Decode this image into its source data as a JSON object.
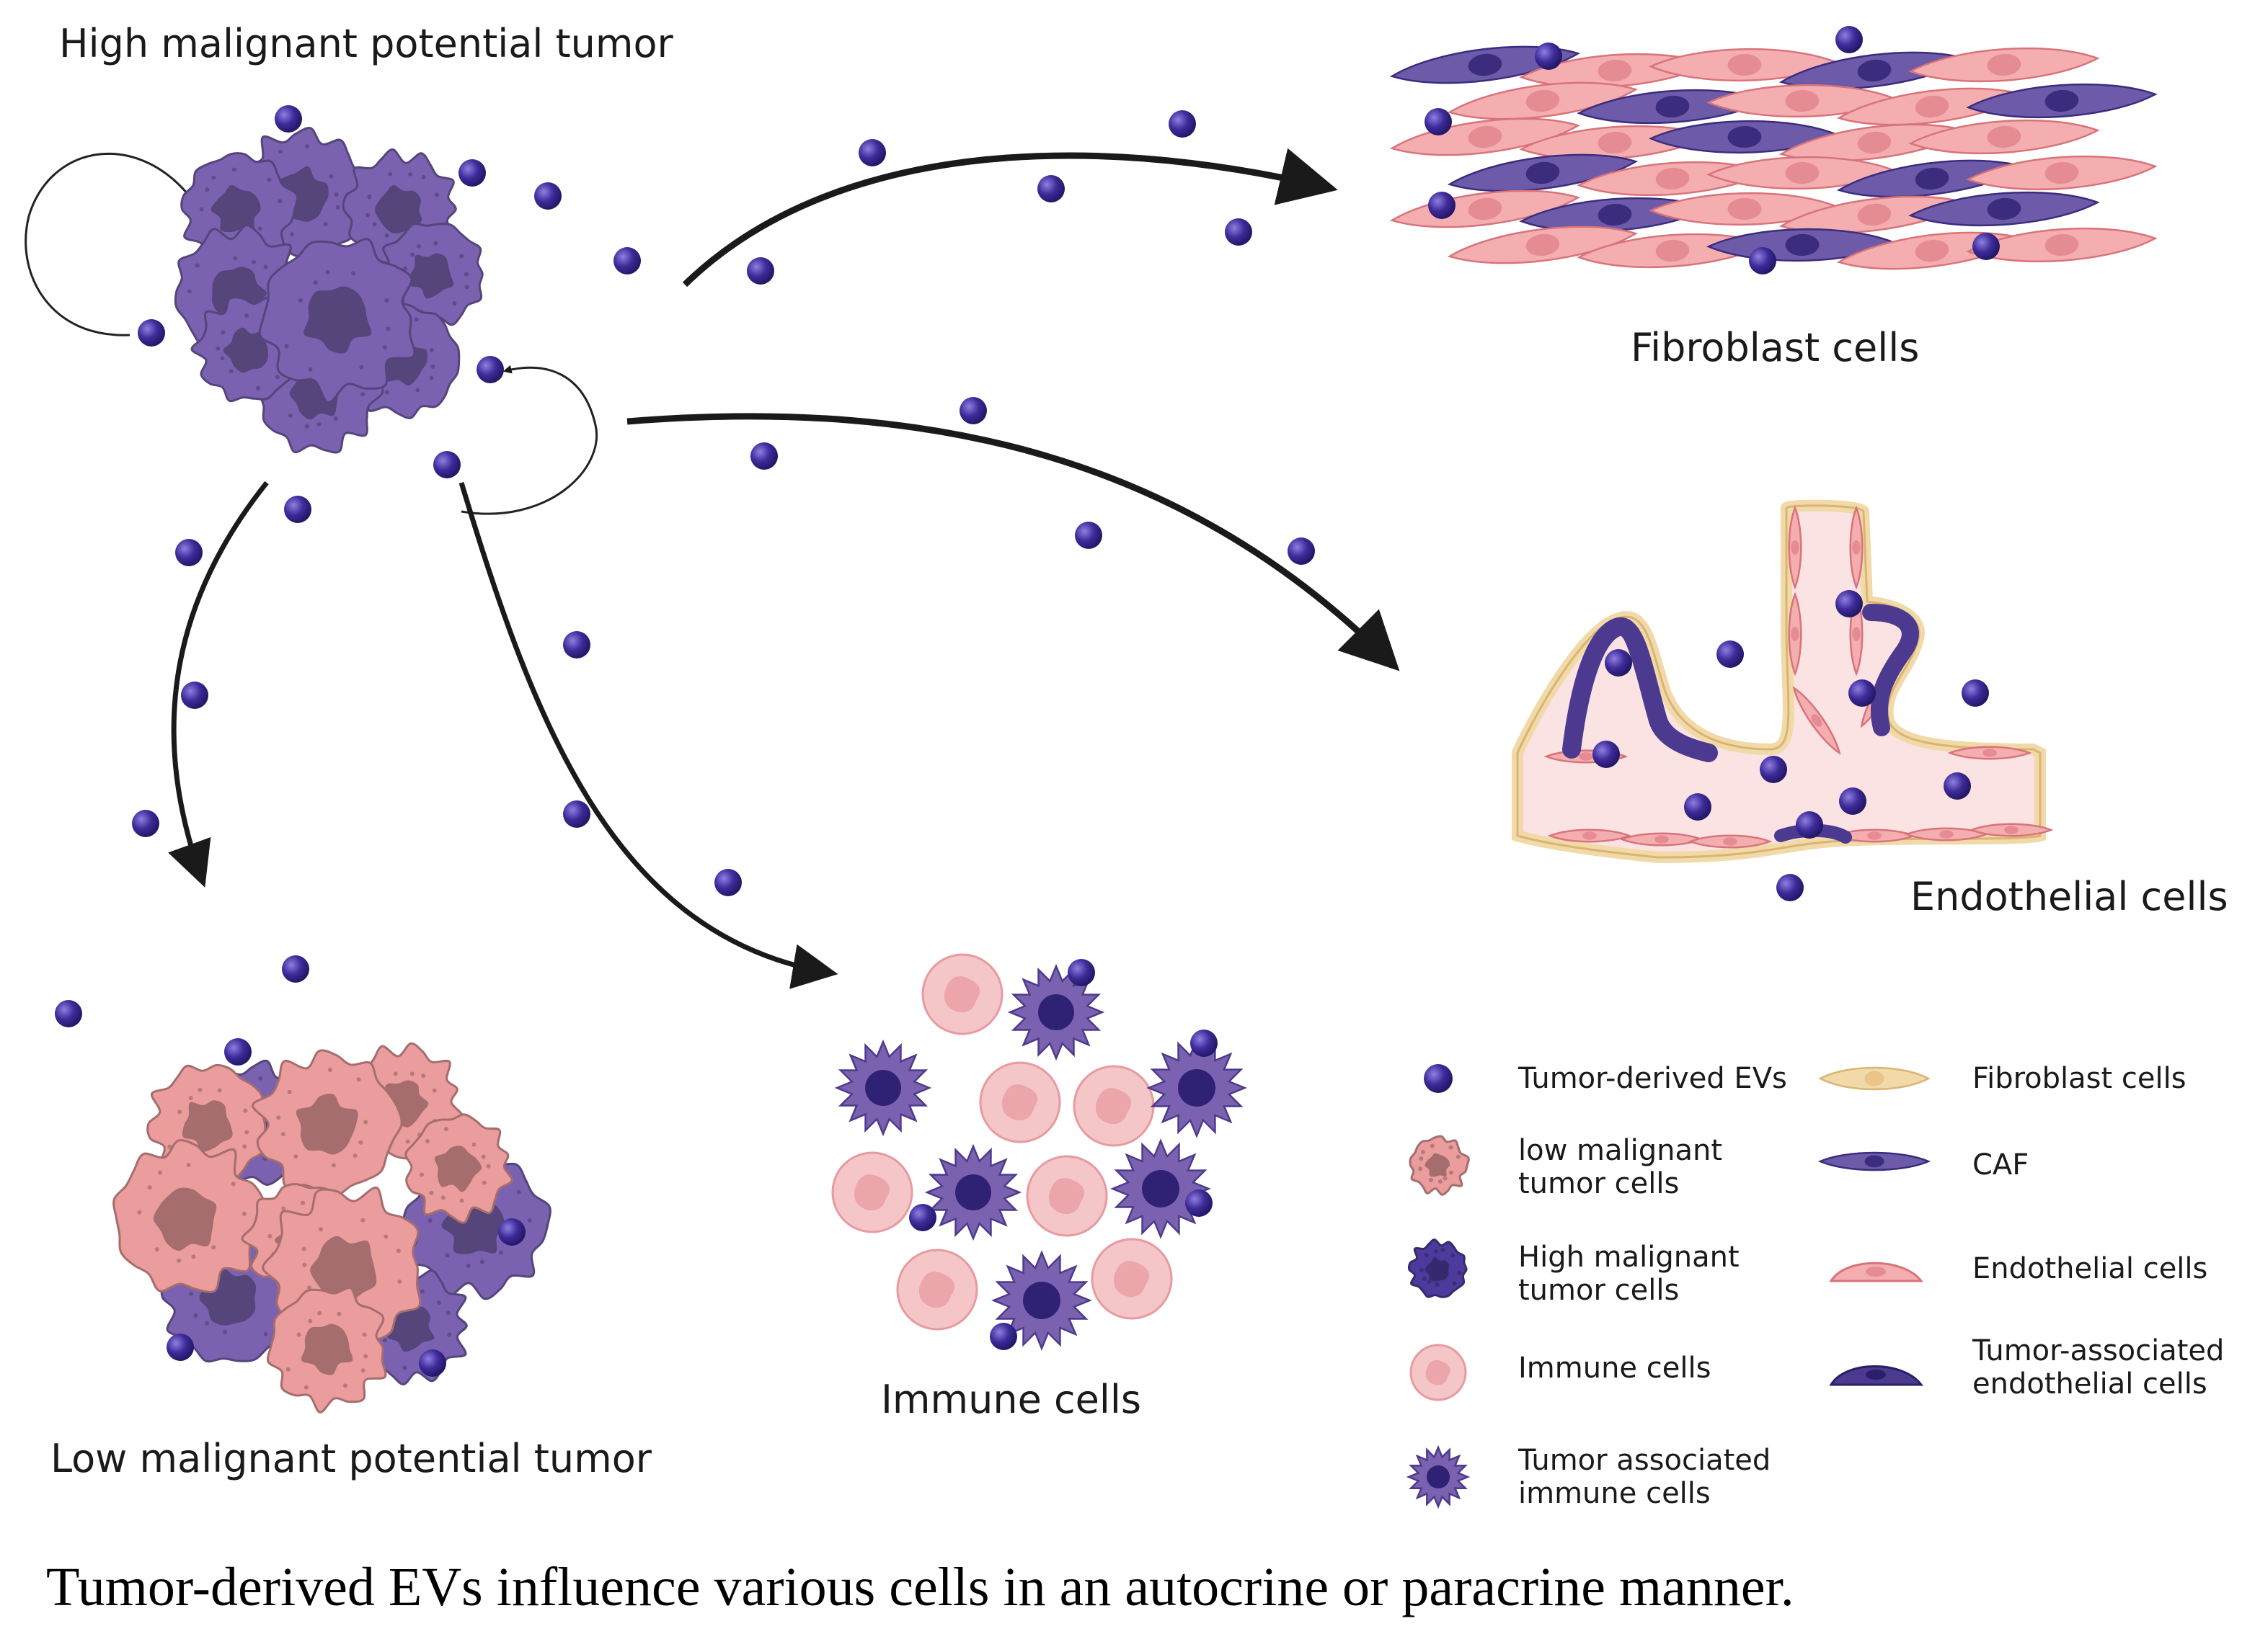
{
  "labels": {
    "high_tumor": "High malignant potential tumor",
    "fibroblast": "Fibroblast cells",
    "endothelial": "Endothelial cells",
    "immune": "Immune cells",
    "low_tumor": "Low malignant potential tumor"
  },
  "legend": {
    "left": [
      {
        "icon": "ev-dot-icon",
        "text": "Tumor-derived EVs"
      },
      {
        "icon": "low-malignant-cell-icon",
        "text": "low malignant tumor cells"
      },
      {
        "icon": "high-malignant-cell-icon",
        "text": "High malignant tumor cells"
      },
      {
        "icon": "immune-cell-icon",
        "text": "Immune cells"
      },
      {
        "icon": "tumor-associated-immune-cell-icon",
        "text": "Tumor associated immune cells"
      }
    ],
    "right": [
      {
        "icon": "fibroblast-cell-icon",
        "text": "Fibroblast cells"
      },
      {
        "icon": "caf-cell-icon",
        "text": "CAF"
      },
      {
        "icon": "endothelial-cell-icon",
        "text": "Endothelial cells"
      },
      {
        "icon": "tumor-associated-endothelial-cell-icon",
        "text": "Tumor-associated endothelial cells"
      }
    ]
  },
  "caption": "Tumor-derived EVs influence various cells in an autocrine or paracrine manner.",
  "colors": {
    "ev": "#3d2b9a",
    "high_tumor": "#7a62b0",
    "low_tumor": "#eb9c9c",
    "immune": "#f5c6c8",
    "fibroblast": "#f1d9a8",
    "endothelial": "#f4aeb0",
    "caf": "#5a4a9e",
    "arrow": "#1a1a1a"
  }
}
